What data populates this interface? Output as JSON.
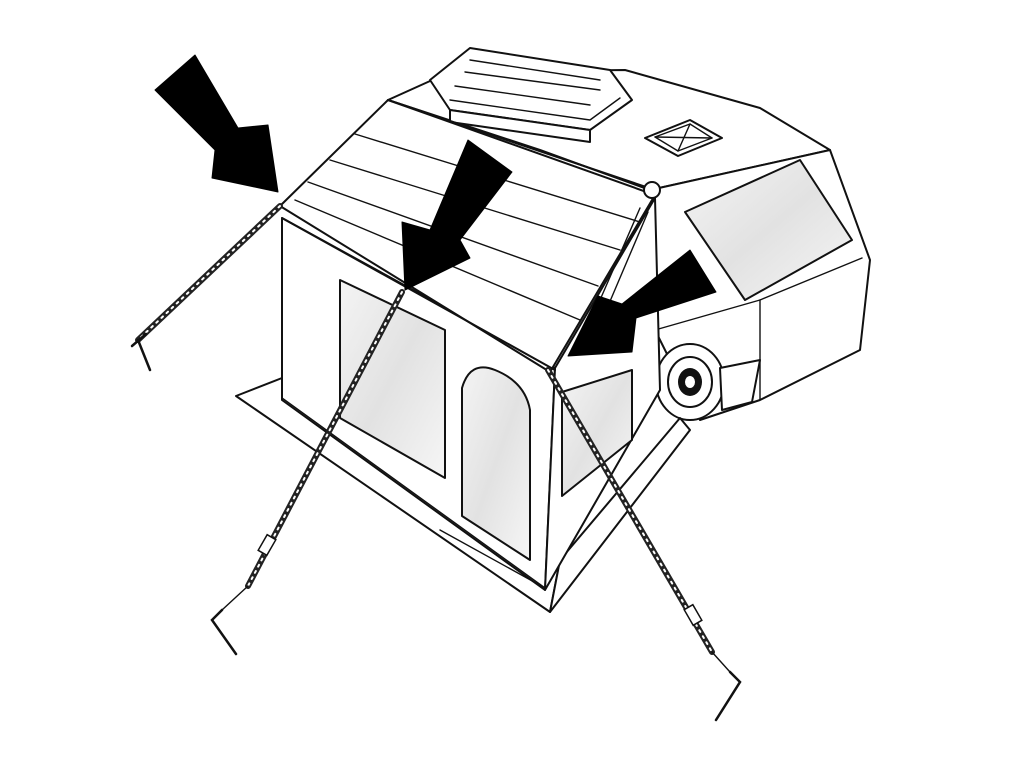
{
  "figure": {
    "components": [
      "arrow-icon",
      "awning-tent",
      "caravan-trailer",
      "support-pole",
      "tent-peg",
      "roof-box",
      "roof-vent",
      "wheel"
    ],
    "arrow_count": 3,
    "pole_count": 3,
    "colors": {
      "line": "#111111",
      "arrow": "#000000",
      "background": "#ffffff",
      "glass": "#e6e6e6"
    }
  }
}
